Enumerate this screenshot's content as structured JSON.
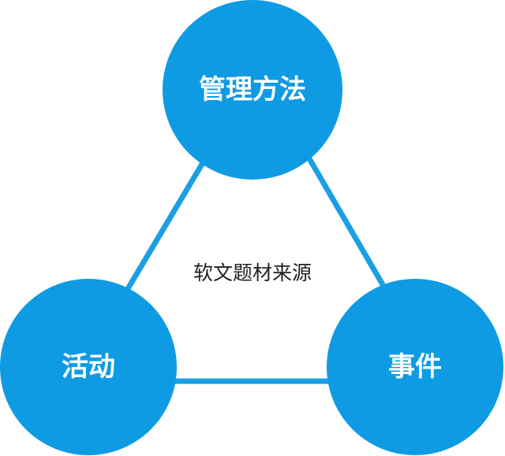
{
  "diagram": {
    "center_label": "软文题材来源",
    "nodes": {
      "top": "管理方法",
      "left": "活动",
      "right": "事件"
    },
    "colors": {
      "node_fill": "#0f9be3",
      "edge_stroke": "#1a9fe3",
      "node_text": "#ffffff",
      "center_text": "#222222",
      "background": "#ffffff"
    }
  }
}
